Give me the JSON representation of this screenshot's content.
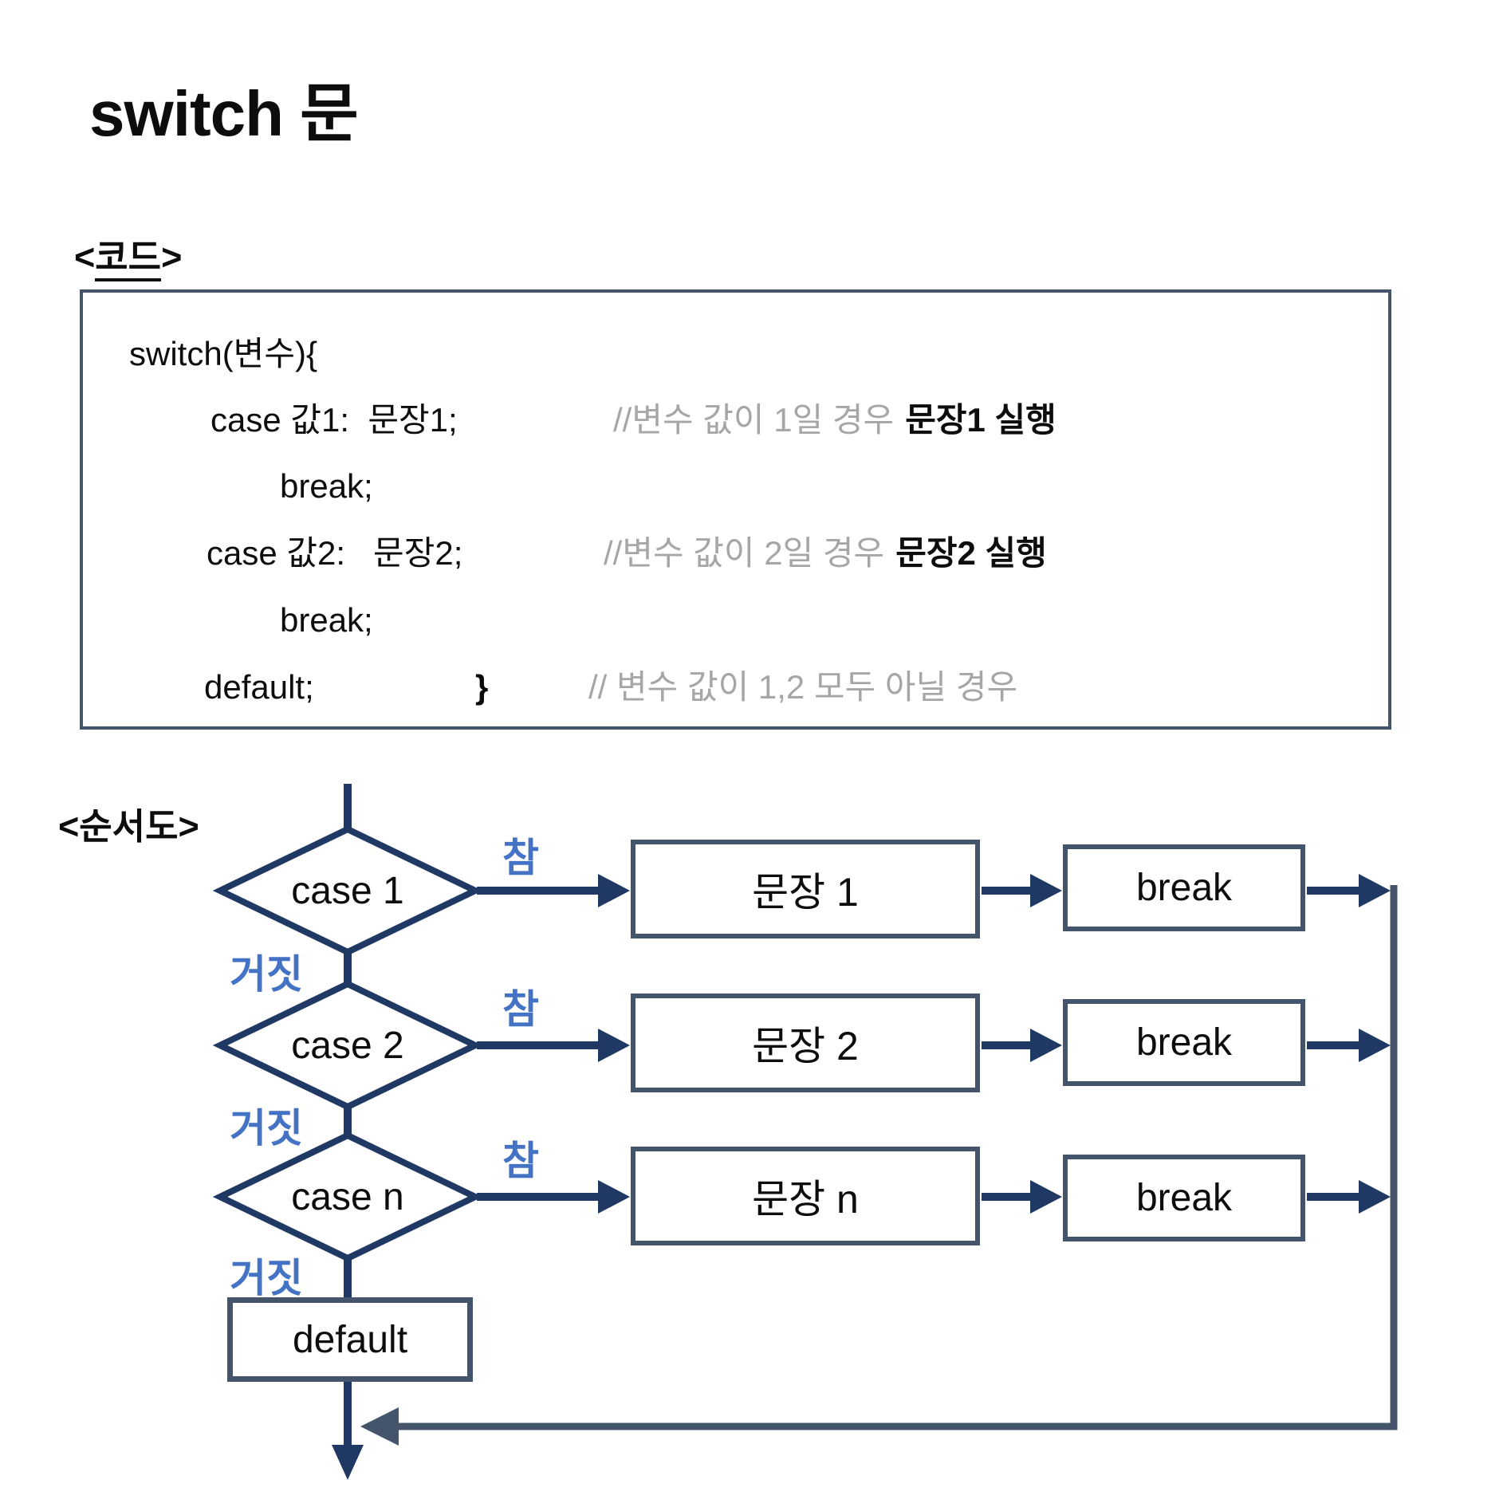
{
  "title": "switch 문",
  "sections": {
    "code": {
      "open": "<",
      "name": "코드",
      "close": ">"
    },
    "flow": {
      "open": "<",
      "name": "순서도",
      "close": ">"
    }
  },
  "code": {
    "line1": "switch(변수){",
    "line2_code": "case 값1:  문장1;",
    "line2_comment": "//변수 값이 1일 경우",
    "line2_exec": "문장1 실행",
    "line3": "break;",
    "line4_code": "case 값2:   문장2;",
    "line4_comment": "//변수 값이 2일 경우",
    "line4_exec": "문장2 실행",
    "line5": "break;",
    "line6_code": "default;",
    "line6_brace": "}",
    "line6_comment": "// 변수 값이 1,2 모두 아닐 경우"
  },
  "flowchart": {
    "diamonds": [
      "case 1",
      "case 2",
      "case n"
    ],
    "statements": [
      "문장 1",
      "문장 2",
      "문장 n"
    ],
    "breaks": [
      "break",
      "break",
      "break"
    ],
    "default_label": "default",
    "true_labels": [
      "참",
      "참",
      "참"
    ],
    "false_labels": [
      "거짓",
      "거짓",
      "거짓"
    ]
  },
  "colors": {
    "diamond_stroke": "#1f3864",
    "box_border": "#44546a",
    "arrow": "#1f3864",
    "return_line": "#44546a",
    "true_false_label": "#4472c4",
    "comment_gray": "#a6a6a6",
    "text": "#0d0d0d"
  }
}
